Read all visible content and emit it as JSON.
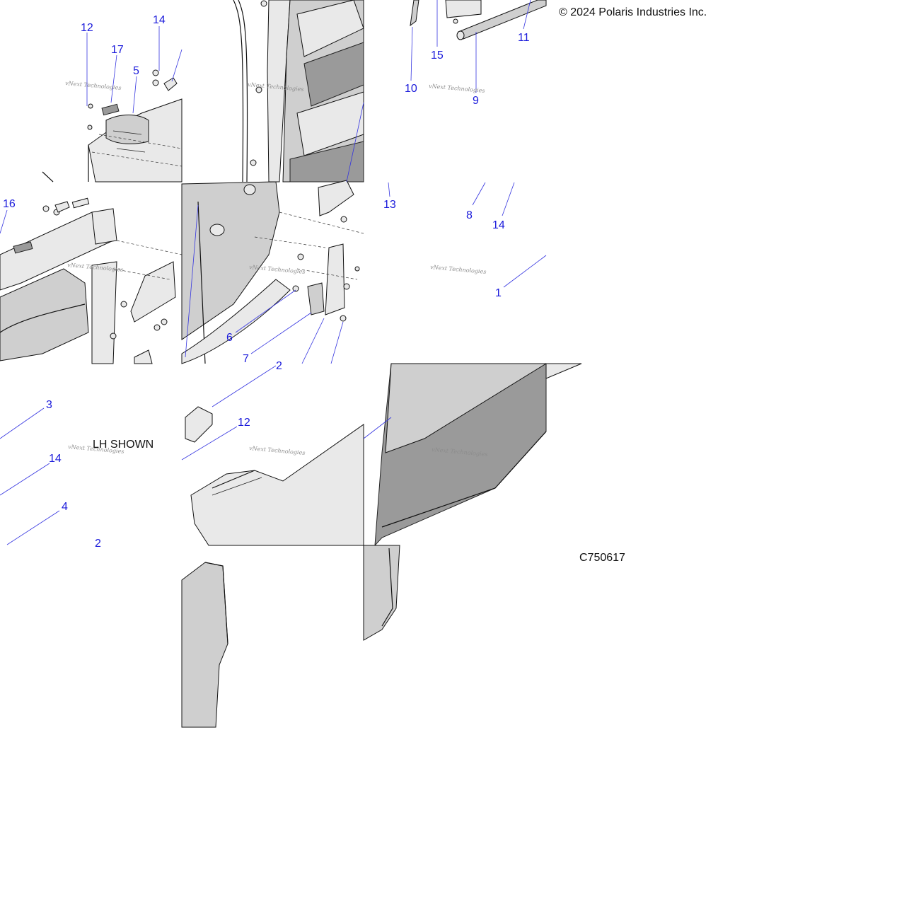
{
  "copyright": "© 2024 Polaris Industries Inc.",
  "view_label": "LH SHOWN",
  "illustration_code": "C750617",
  "watermark": "vNext Technologies",
  "callouts": [
    "12",
    "14",
    "17",
    "5",
    "15",
    "11",
    "10",
    "9",
    "16",
    "13",
    "8",
    "14",
    "1",
    "6",
    "7",
    "2",
    "3",
    "12",
    "14",
    "4",
    "2"
  ],
  "colors": {
    "callout": "#1a1adb",
    "leader": "#3434e0",
    "panel_dark": "#9a9a9a",
    "panel_mid": "#cfcfcf"
  }
}
